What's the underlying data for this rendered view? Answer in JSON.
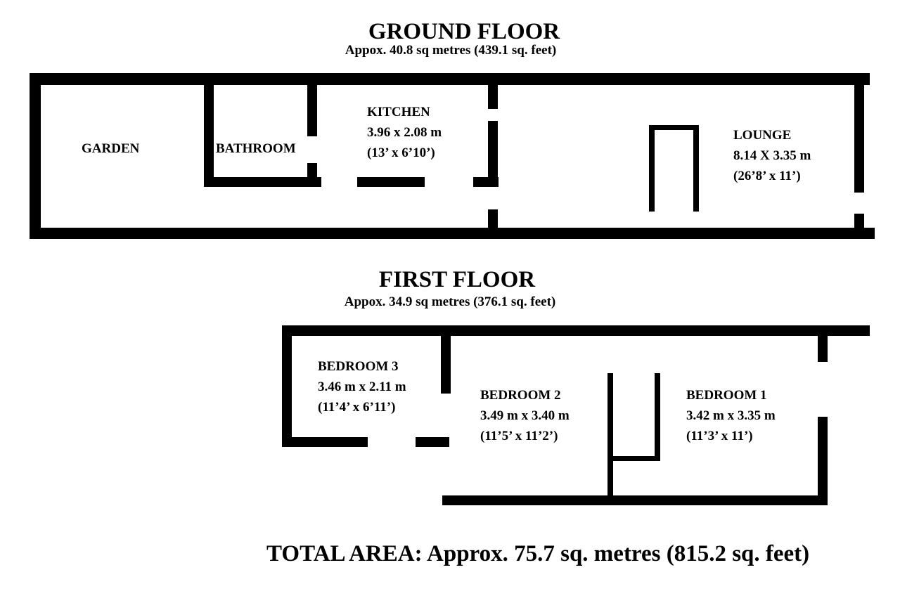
{
  "ground_floor": {
    "title": "GROUND FLOOR",
    "area": "Appox. 40.8 sq metres (439.1 sq. feet)",
    "rooms": {
      "garden": {
        "name": "GARDEN"
      },
      "bathroom": {
        "name": "BATHROOM"
      },
      "kitchen": {
        "name": "KITCHEN",
        "metric": "3.96 x 2.08 m",
        "imperial": "(13’ x 6’10’)"
      },
      "lounge": {
        "name": "LOUNGE",
        "metric": "8.14 X 3.35 m",
        "imperial": "(26’8’ x 11’)"
      }
    }
  },
  "first_floor": {
    "title": "FIRST FLOOR",
    "area": "Appox. 34.9 sq metres (376.1 sq. feet)",
    "rooms": {
      "bedroom3": {
        "name": "BEDROOM 3",
        "metric": "3.46 m x 2.11 m",
        "imperial": "(11’4’ x 6’11’)"
      },
      "bedroom2": {
        "name": "BEDROOM 2",
        "metric": "3.49 m x 3.40 m",
        "imperial": "(11’5’ x 11’2’)"
      },
      "bedroom1": {
        "name": "BEDROOM 1",
        "metric": "3.42 m x 3.35 m",
        "imperial": "(11’3’ x 11’)"
      }
    }
  },
  "total": {
    "text": "TOTAL AREA: Approx. 75.7 sq. metres (815.2 sq. feet)"
  },
  "colors": {
    "wall": "#000000",
    "background": "#ffffff"
  }
}
